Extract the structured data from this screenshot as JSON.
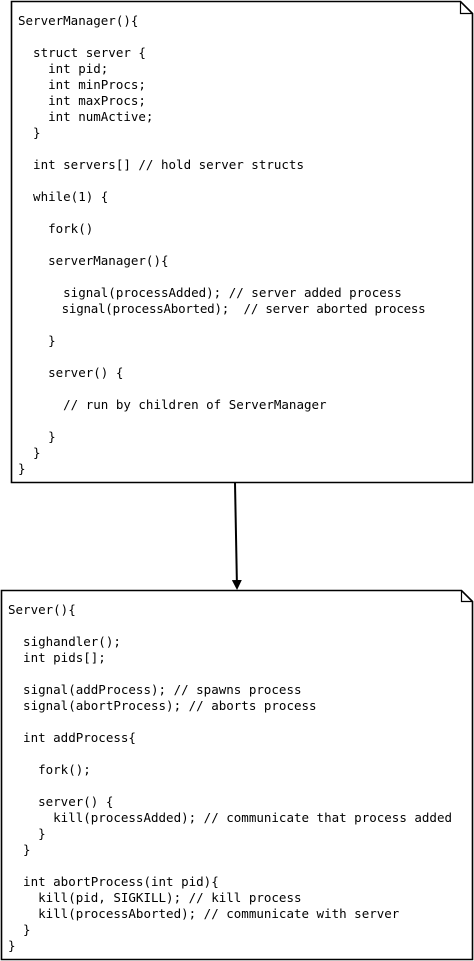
{
  "colors": {
    "stroke": "#000000",
    "fill": "#ffffff",
    "text": "#000000"
  },
  "nodes": [
    {
      "id": "server-manager-note",
      "lines": [
        "ServerManager(){",
        "",
        "  struct server {",
        "    int pid;",
        "    int minProcs;",
        "    int maxProcs;",
        "    int numActive;",
        "  }",
        "",
        "  int servers[] // hold server structs",
        "",
        "  while(1) {",
        "",
        "    fork()",
        "",
        "    serverManager(){",
        "",
        "      signal(processAdded); // server added process",
        "      signal(processAborted);  // server aborted process",
        "",
        "    }",
        "",
        "    server() {",
        "",
        "      // run by children of ServerManager",
        "",
        "    }",
        "  }",
        "}"
      ]
    },
    {
      "id": "server-note",
      "lines": [
        "Server(){",
        "",
        "  sighandler();",
        "  int pids[];",
        "",
        "  signal(addProcess); // spawns process",
        "  signal(abortProcess); // aborts process",
        "",
        "  int addProcess{",
        "",
        "    fork();",
        "",
        "    server() {",
        "      kill(processAdded); // communicate that process added",
        "    }",
        "  }",
        "",
        "  int abortProcess(int pid){",
        "    kill(pid, SIGKILL); // kill process",
        "    kill(processAborted); // communicate with server",
        "  }",
        "}"
      ]
    }
  ],
  "edges": [
    {
      "from": "server-manager-note",
      "to": "server-note"
    }
  ]
}
